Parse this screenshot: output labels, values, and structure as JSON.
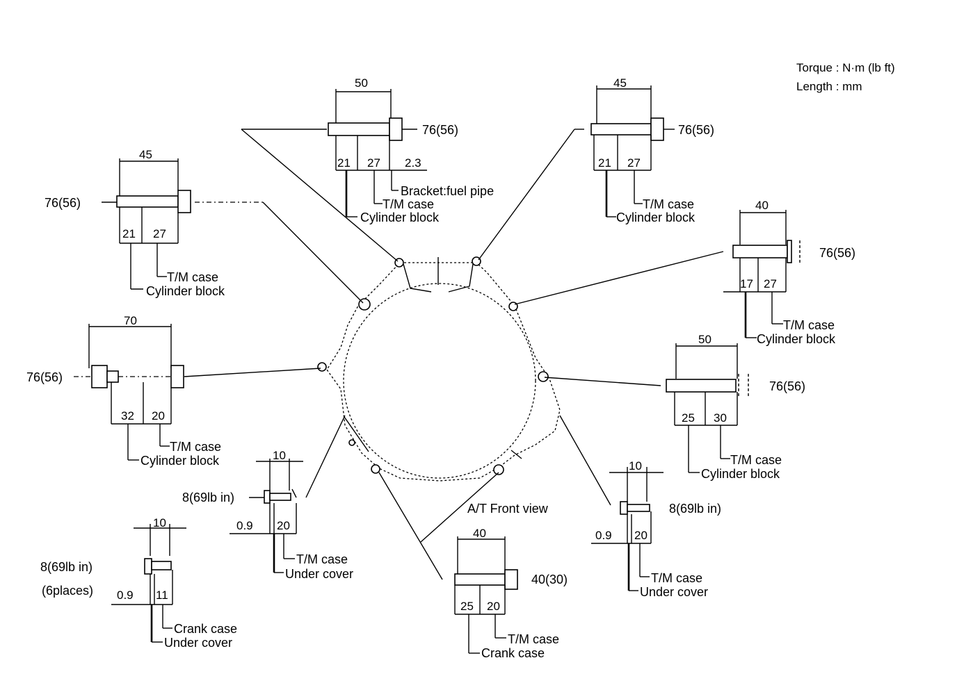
{
  "legend": {
    "torque": "Torque : N·m (lb ft)",
    "length": "Length : mm"
  },
  "center_label": "A/T Front view",
  "bolts": {
    "top_center": {
      "length": "50",
      "torque": "76(56)",
      "seg1": "21",
      "seg2": "27",
      "seg3": "2.3",
      "label1": "Bracket:fuel pipe",
      "label2": "T/M case",
      "label3": "Cylinder block"
    },
    "top_right": {
      "length": "45",
      "torque": "76(56)",
      "seg1": "21",
      "seg2": "27",
      "label1": "T/M case",
      "label2": "Cylinder block"
    },
    "upper_left": {
      "length": "45",
      "torque": "76(56)",
      "seg1": "21",
      "seg2": "27",
      "label1": "T/M case",
      "label2": "Cylinder block"
    },
    "right_upper": {
      "length": "40",
      "torque": "76(56)",
      "seg1": "17",
      "seg2": "27",
      "label1": "T/M case",
      "label2": "Cylinder block"
    },
    "left_mid": {
      "length": "70",
      "torque": "76(56)",
      "seg1": "32",
      "seg2": "20",
      "label1": "T/M case",
      "label2": "Cylinder block"
    },
    "right_mid": {
      "length": "50",
      "torque": "76(56)",
      "seg1": "25",
      "seg2": "30",
      "label1": "T/M case",
      "label2": "Cylinder block"
    },
    "lower_left": {
      "length": "10",
      "torque": "8(69lb in)",
      "seg1": "0.9",
      "seg2": "20",
      "label1": "T/M case",
      "label2": "Under cover"
    },
    "bottom_left": {
      "length": "10",
      "torque": "8(69lb in)",
      "places": "(6places)",
      "seg1": "0.9",
      "seg2": "11",
      "label1": "Crank case",
      "label2": "Under cover"
    },
    "bottom_center": {
      "length": "40",
      "torque": "40(30)",
      "seg1": "25",
      "seg2": "20",
      "label1": "T/M case",
      "label2": "Crank case"
    },
    "lower_right": {
      "length": "10",
      "torque": "8(69lb in)",
      "seg1": "0.9",
      "seg2": "20",
      "label1": "T/M case",
      "label2": "Under cover"
    }
  }
}
